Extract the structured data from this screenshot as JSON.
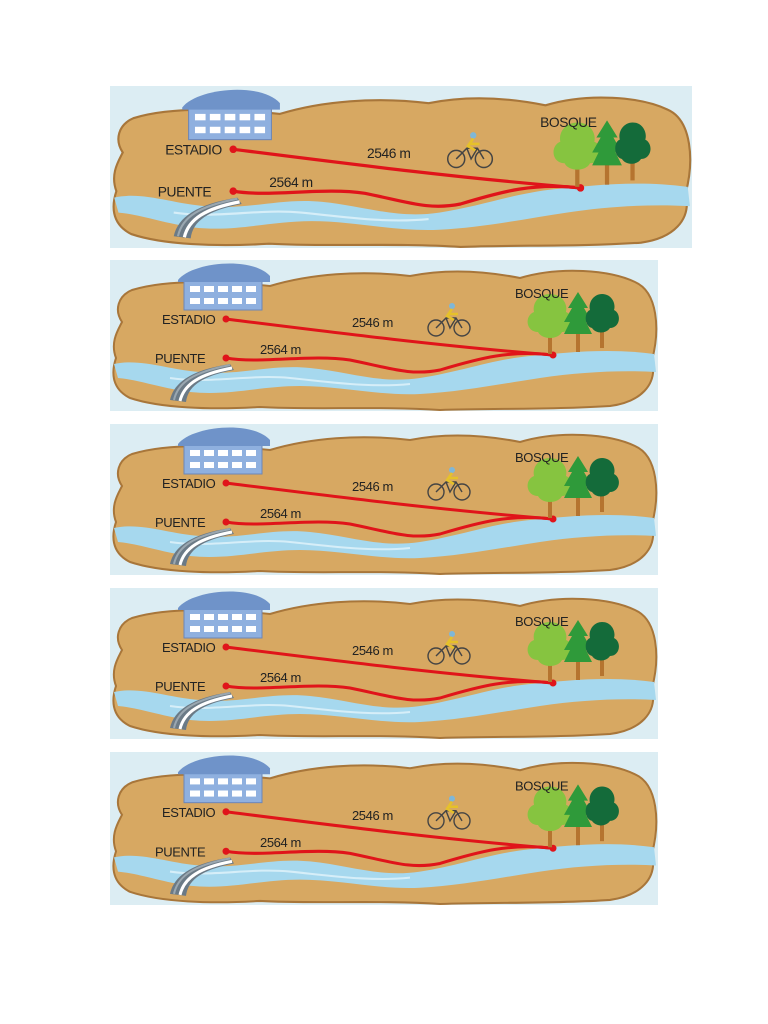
{
  "panels": [
    {
      "stadium": "ESTADIO",
      "bridge": "PUENTE",
      "forest": "BOSQUE",
      "distance_stadium_forest": "2546 m",
      "distance_bridge_forest": "2564 m"
    },
    {
      "stadium": "ESTADIO",
      "bridge": "PUENTE",
      "forest": "BOSQUE",
      "distance_stadium_forest": "2546 m",
      "distance_bridge_forest": "2564 m"
    },
    {
      "stadium": "ESTADIO",
      "bridge": "PUENTE",
      "forest": "BOSQUE",
      "distance_stadium_forest": "2546 m",
      "distance_bridge_forest": "2564 m"
    },
    {
      "stadium": "ESTADIO",
      "bridge": "PUENTE",
      "forest": "BOSQUE",
      "distance_stadium_forest": "2546 m",
      "distance_bridge_forest": "2564 m"
    },
    {
      "stadium": "ESTADIO",
      "bridge": "PUENTE",
      "forest": "BOSQUE",
      "distance_stadium_forest": "2546 m",
      "distance_bridge_forest": "2564 m"
    }
  ],
  "colors": {
    "sky": "#dcedf3",
    "ground": "#d7a862",
    "ground_edge": "#a8763a",
    "river": "#a6d8ee",
    "route": "#e0141a",
    "stadium_roof": "#6f93c9",
    "stadium_wall": "#8fb0df",
    "tree_light": "#86c440",
    "tree_mid": "#2f9a3a",
    "tree_dark": "#146b3a",
    "trunk": "#b5742f"
  },
  "icons": [
    "stadium-icon",
    "bridge-icon",
    "cyclist-icon",
    "tree-icon"
  ]
}
